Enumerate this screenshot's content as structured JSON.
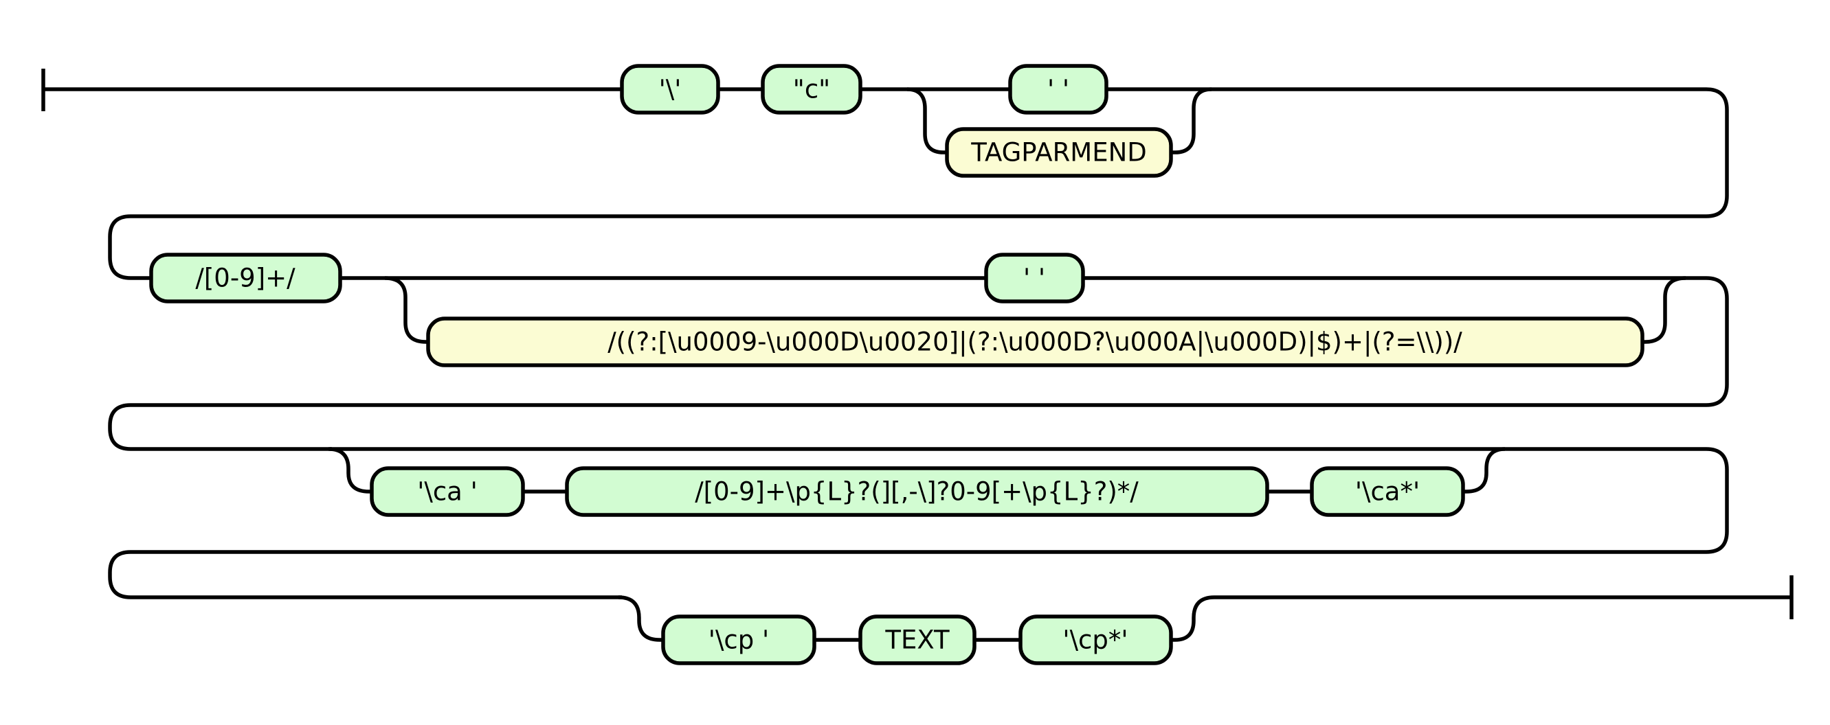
{
  "diagram": {
    "type": "railroad",
    "tokens": {
      "backslash": "'\\'",
      "c_literal": "\"c\"",
      "space_1": "' '",
      "tagparmend": "TAGPARMEND",
      "digits": "/[0-9]+/",
      "space_2": "' '",
      "whitespace_regex": "/((?:[\\u0009-\\u000D\\u0020]|(?:\\u000D?\\u000A|\\u000D)|$)+|(?=\\\\))/",
      "ca_open": "'\\ca '",
      "ca_regex": "/[0-9]+\\p{L}?(][,-\\]?0-9[+\\p{L}?)*/",
      "ca_close": "'\\ca*'",
      "cp_open": "'\\cp '",
      "text": "TEXT",
      "cp_close": "'\\cp*'"
    },
    "kinds": {
      "backslash": "terminal",
      "c_literal": "terminal",
      "space_1": "terminal",
      "tagparmend": "nonterminal",
      "digits": "terminal",
      "space_2": "terminal",
      "whitespace_regex": "nonterminal",
      "ca_open": "terminal",
      "ca_regex": "terminal",
      "ca_close": "terminal",
      "cp_open": "terminal",
      "text": "terminal",
      "cp_close": "terminal"
    }
  }
}
